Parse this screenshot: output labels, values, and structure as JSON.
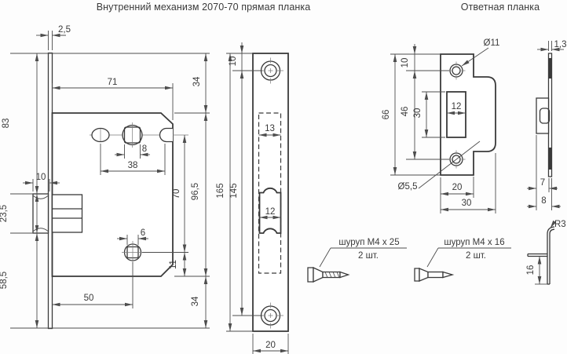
{
  "titles": {
    "mechanism": "Внутренний механизм 2070-70 прямая планка",
    "strike": "Ответная планка"
  },
  "mechanism": {
    "plate_thickness": "2,5",
    "upper_height": "83",
    "latch_width": "10",
    "latch_height": "23,5",
    "lower_height": "58,5",
    "backset": "50",
    "body_width": "71",
    "spindle_square": "8",
    "hole_spacing": "38",
    "lock_square": "6",
    "centers_distance": "70",
    "body_height": "96,5",
    "top_margin": "34",
    "bottom_margin": "34",
    "edge_offset": "11"
  },
  "faceplate": {
    "screw_offset": "10",
    "slot_width": "13",
    "latch_width": "12",
    "height": "165",
    "screw_spacing": "145",
    "width": "20"
  },
  "screws": {
    "long_label": "шуруп M4 x 25",
    "long_qty": "2 шт.",
    "short_label": "шуруп M4 x 16",
    "short_qty": "2 шт."
  },
  "strike": {
    "hole_dia": "Ø11",
    "screw_offset": "10",
    "height": "66",
    "screw_spacing": "46",
    "slot_height": "30",
    "slot_width": "12",
    "screw_dia": "Ø5,5",
    "width": "20",
    "total_width": "30",
    "thickness": "1,3",
    "tab_depth": "7",
    "total_depth": "8",
    "bend_radius": "R3",
    "tab_length": "16"
  }
}
